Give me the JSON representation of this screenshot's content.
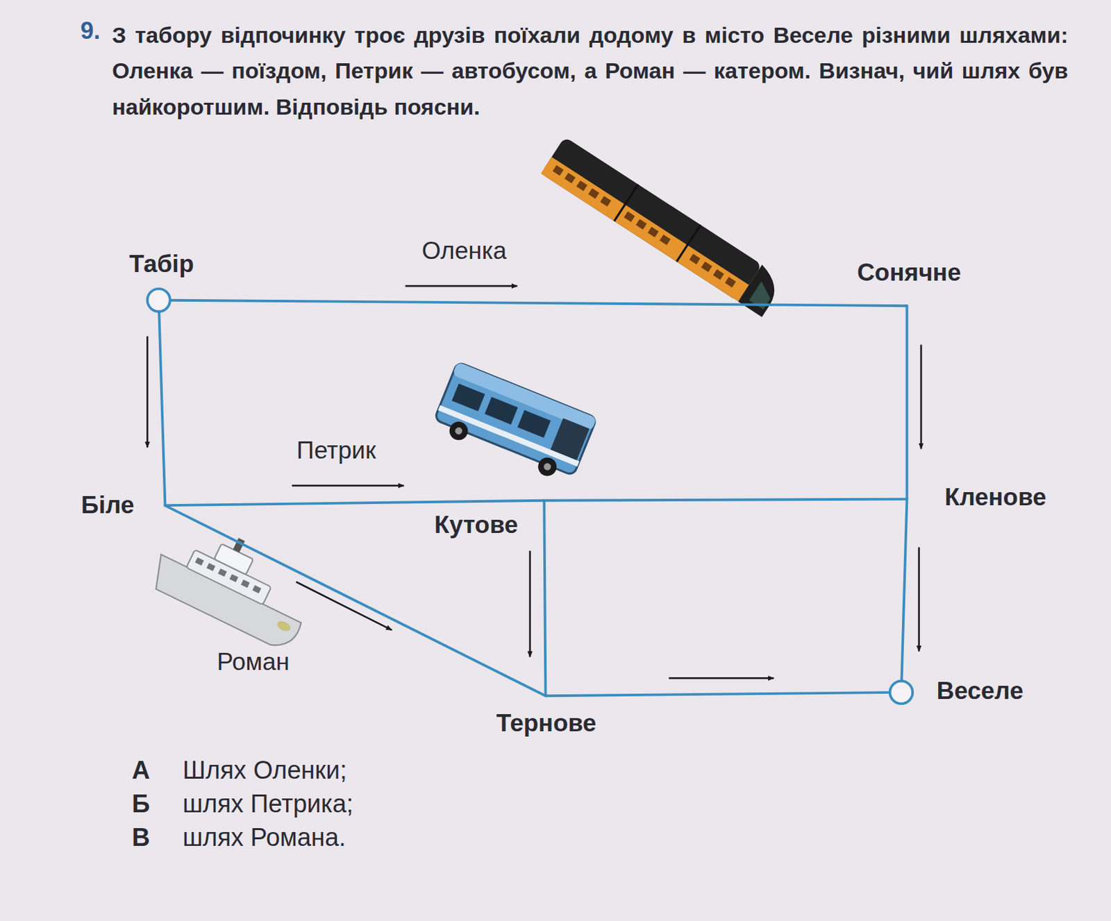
{
  "diagram": {
    "nodes": [
      {
        "text": [
          "Табір"
        ]
      },
      {
        "text": [
          "Сонячне"
        ]
      },
      {
        "text": [
          "Біле"
        ]
      },
      {
        "text": [
          "Кутове"
        ]
      },
      {
        "text": [
          "Кленове"
        ]
      },
      {
        "text": [
          "Тернове"
        ]
      },
      {
        "text": [
          "Веселе"
        ]
      }
    ],
    "edges": [
      {
        "from": 0,
        "to": 1,
        "arrow": "none"
      },
      {
        "from": 1,
        "to": 4,
        "arrow": "none"
      },
      {
        "from": 4,
        "to": 6,
        "arrow": "none"
      },
      {
        "from": 0,
        "to": 2,
        "arrow": "none"
      },
      {
        "from": 2,
        "to": 3,
        "arrow": "none"
      },
      {
        "from": 3,
        "to": 4,
        "arrow": "none"
      },
      {
        "from": 3,
        "to": 5,
        "arrow": "none"
      },
      {
        "from": 2,
        "to": 5,
        "arrow": "none"
      },
      {
        "from": 5,
        "to": 6,
        "arrow": "none"
      }
    ],
    "labels": [
      "9.",
      "З табору відпочинку троє друзів поїхали додому в місто Веселе різними шляхами: Оленка — поїздом, Петрик — автобусом, а Роман — катером. Визнач, чий шлях був найкоротшим. Відповідь поясни.",
      "Оленка",
      "Петрик",
      "Роман",
      "А",
      "Шлях Оленки;",
      "Б",
      "шлях Петрика;",
      "В",
      "шлях Романа."
    ]
  }
}
